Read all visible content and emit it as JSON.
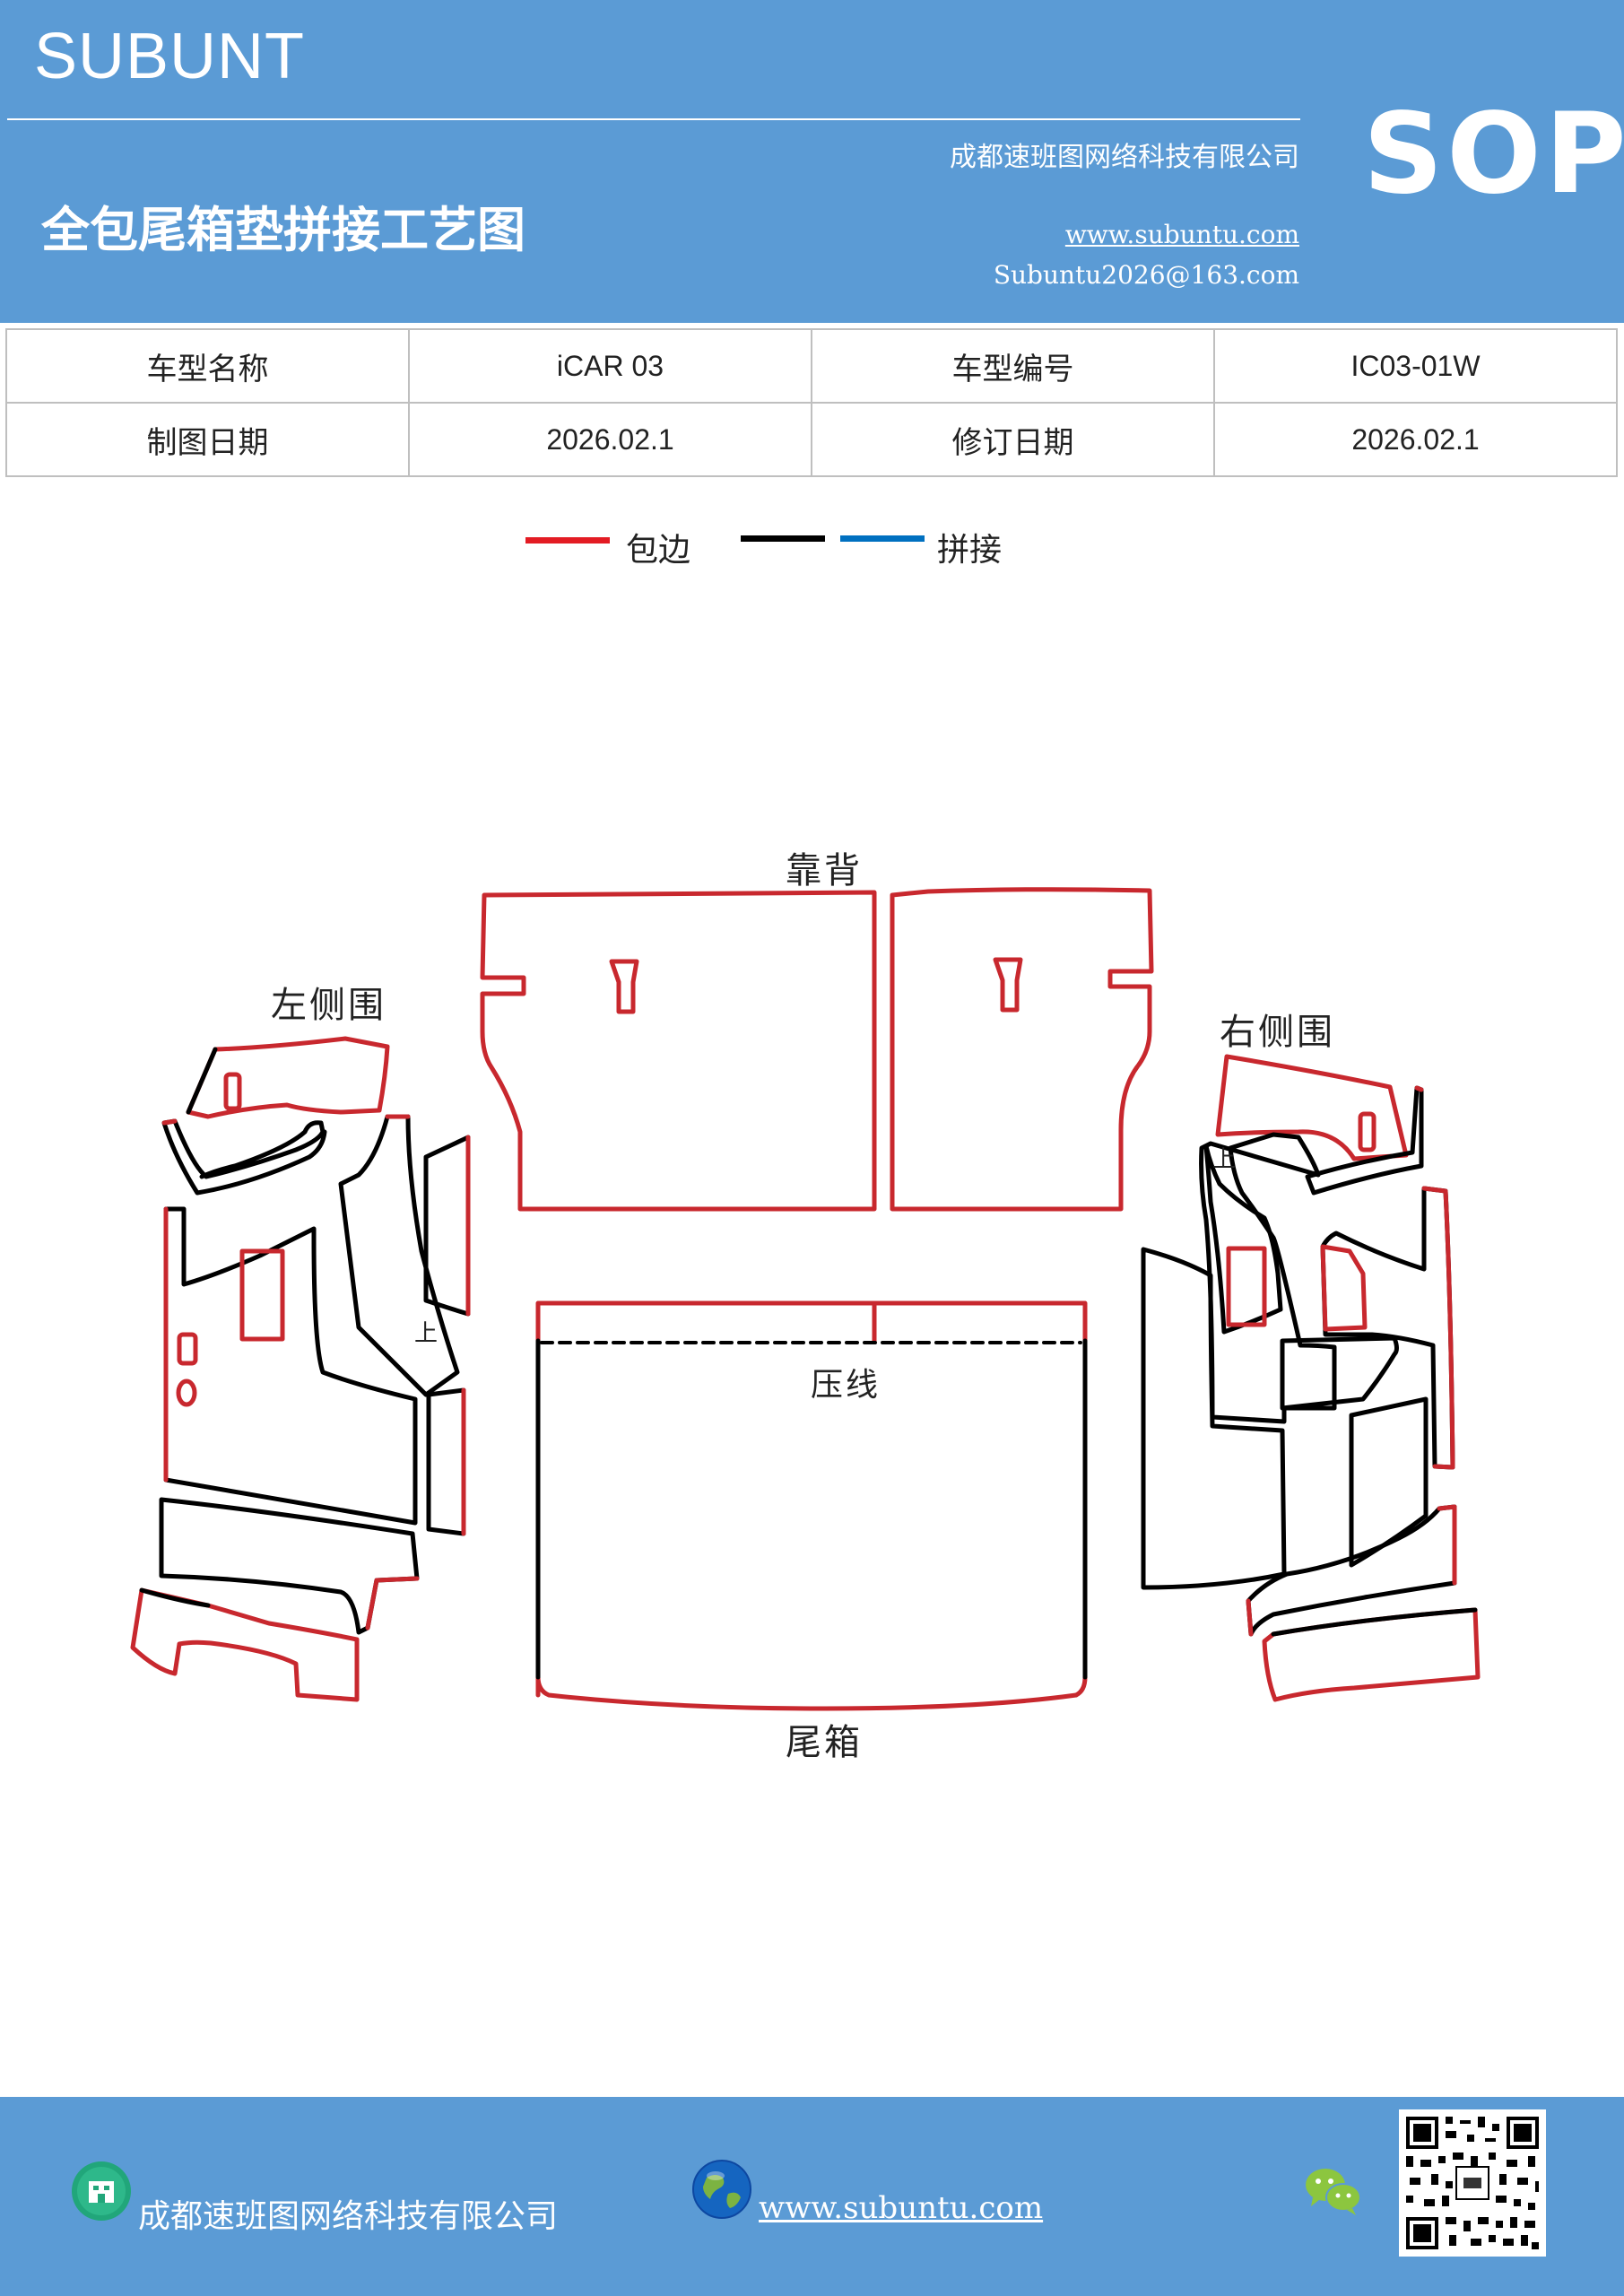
{
  "header": {
    "brand": "SUBUNT",
    "company": "成都速班图网络科技有限公司",
    "title": "全包尾箱垫拼接工艺图",
    "website": "www.subuntu.com",
    "email": "Subuntu2026@163.com",
    "badge": "SOP"
  },
  "info_table": {
    "rows": [
      [
        {
          "label": "车型名称"
        },
        {
          "value": "iCAR  03"
        },
        {
          "label": "车型编号"
        },
        {
          "value": "IC03-01W"
        }
      ],
      [
        {
          "label": "制图日期"
        },
        {
          "value": "2026.02.1"
        },
        {
          "label": "修订日期"
        },
        {
          "value": "2026.02.1"
        }
      ]
    ]
  },
  "legend": {
    "items": [
      {
        "label": "包边",
        "color": "#e31b23"
      },
      {
        "label": "拼接",
        "colors": [
          "#000000",
          "#0070c0"
        ]
      }
    ]
  },
  "diagram": {
    "colors": {
      "edge_binding": "#c8282e",
      "seam": "#000000"
    },
    "labels": {
      "backrest": "靠背",
      "left_side": "左侧围",
      "right_side": "右侧围",
      "trunk": "尾箱",
      "crease": "压线",
      "up_mark_left": "上",
      "up_mark_right": "上"
    }
  },
  "footer": {
    "company": "成都速班图网络科技有限公司",
    "website": "www.subuntu.com"
  }
}
